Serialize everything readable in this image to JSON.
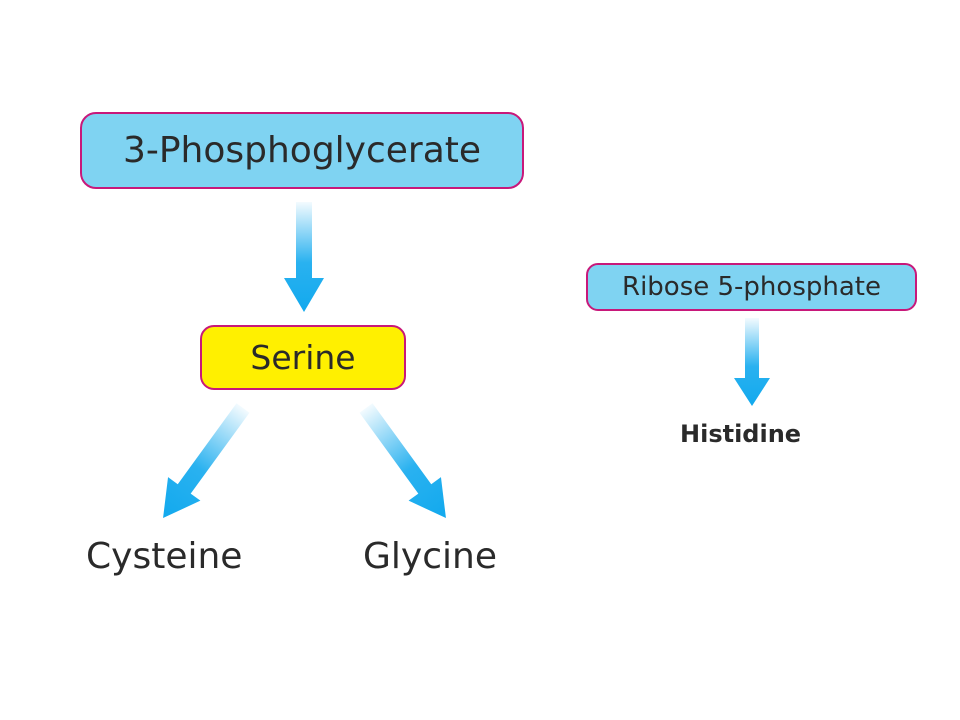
{
  "nodes": {
    "phosphoglycerate": "3-Phosphoglycerate",
    "serine": "Serine",
    "ribose5p": "Ribose 5-phosphate"
  },
  "products": {
    "cysteine": "Cysteine",
    "glycine": "Glycine",
    "histidine": "Histidine"
  },
  "colors": {
    "box_border": "#c8187a",
    "box_blue": "#7fd3f2",
    "box_yellow": "#fff000",
    "arrow": "#12a9ee",
    "text": "#2a2a2a"
  }
}
